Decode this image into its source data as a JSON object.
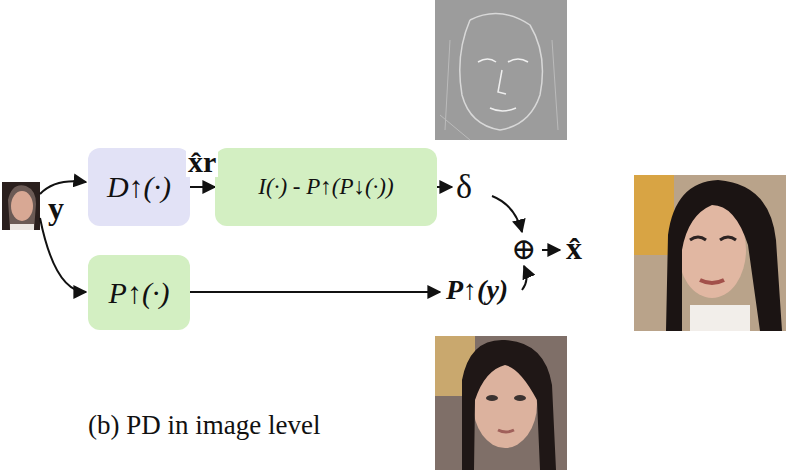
{
  "diagram": {
    "caption": "(b) PD in image level",
    "nodes": [
      {
        "text": [
          "D↑(·)"
        ]
      },
      {
        "text": [
          "I(·) - P↑(P↓(·))"
        ]
      },
      {
        "text": [
          "P↑(·)"
        ]
      }
    ],
    "edges": [
      {
        "from": 0,
        "to": 1,
        "label": "x̂r",
        "arrow": "to"
      }
    ],
    "labels": [
      "y",
      "δ",
      "⊕",
      "x̂",
      "P↑(y)"
    ]
  }
}
